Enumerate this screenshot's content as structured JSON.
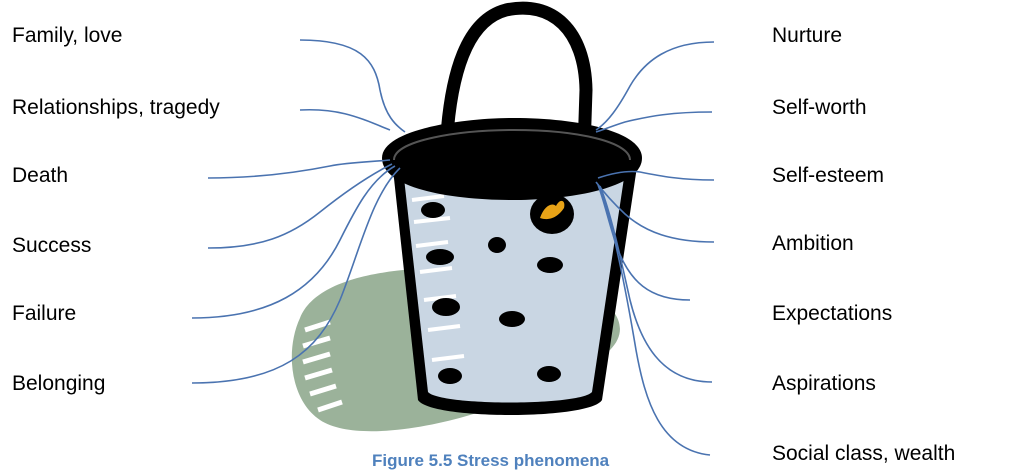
{
  "left_labels": [
    "Family, love",
    "Relationships, tragedy",
    "Death",
    "Success",
    "Failure",
    "Belonging"
  ],
  "right_labels": [
    "Nurture",
    "Self-worth",
    "Self-esteem",
    "Ambition",
    "Expectations",
    "Aspirations",
    "Social class, wealth"
  ],
  "caption": "Figure 5.5 Stress phenomena",
  "colors": {
    "connector": "#4a73b0",
    "caption": "#4f81bd",
    "bucket_outline": "#000000",
    "bucket_body": "#c9d6e3",
    "shadow": "#9bb29a",
    "spark": "#e8a317"
  },
  "illustration": "bucket-icon"
}
